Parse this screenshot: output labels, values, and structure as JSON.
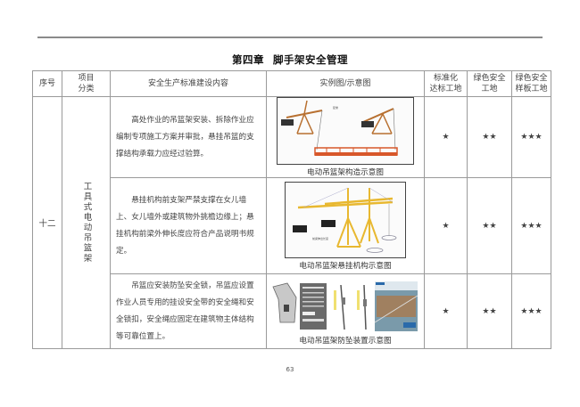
{
  "chapter": {
    "number": "第四章",
    "name": "脚手架安全管理"
  },
  "table": {
    "headers": {
      "seq": "序号",
      "category_line1": "项目",
      "category_line2": "分类",
      "content": "安全生产标准建设内容",
      "example": "实例图/示意图",
      "standard_line1": "标准化",
      "standard_line2": "达标工地",
      "green_line1": "绿色安全",
      "green_line2": "工地",
      "model_line1": "绿色安全",
      "model_line2": "样板工地"
    },
    "seq": "十二",
    "category": "工具式电动吊篮架",
    "rows": [
      {
        "content": "高处作业的吊篮架安装、拆除作业应编制专项施工方案并审批，悬挂吊篮的支撑结构承载力应经过验算。",
        "caption": "电动吊篮架构造示意图",
        "standard": "★",
        "green": "★★",
        "model": "★★★"
      },
      {
        "content": "悬挂机构前支架严禁支撑在女儿墙上、女儿墙外或建筑物外挑檐边缘上；悬挂机构前梁外伸长度应符合产品说明书规定。",
        "caption": "电动吊篮架悬挂机构示意图",
        "standard": "★",
        "green": "★★",
        "model": "★★★"
      },
      {
        "content": "吊篮应安装防坠安全锁，吊篮应设置作业人员专用的挂设安全带的安全绳和安全锁扣，安全绳应固定在建筑物主体结构等可靠位置上。",
        "caption": "电动吊篮架防坠装置示意图",
        "standard": "★",
        "green": "★★",
        "model": "★★★"
      }
    ]
  },
  "page_number": "63",
  "colors": {
    "rule": "#8a8a8a",
    "border": "#9a9a9a",
    "platform": "#d8572a",
    "frame_orange": "#c87830",
    "frame_yellow": "#e8b830"
  }
}
